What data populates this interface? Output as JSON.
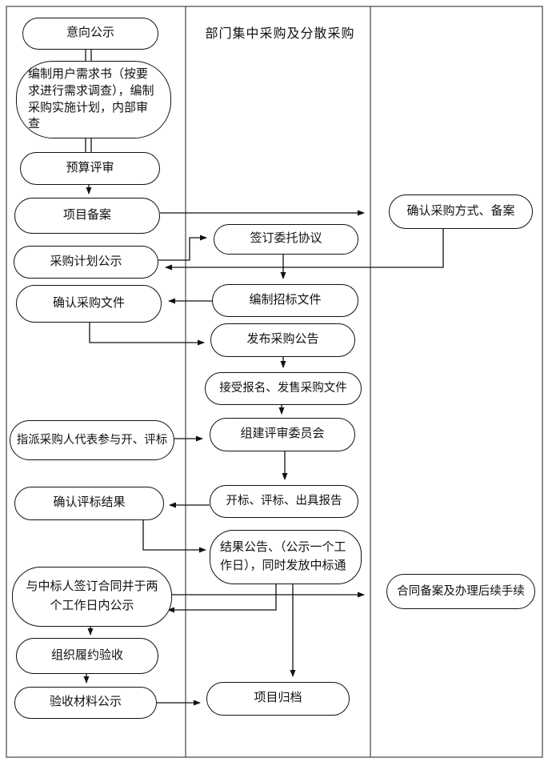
{
  "header": {
    "middle_column_title": "部门集中采购及分散采购"
  },
  "nodes": {
    "intent_publicity": "意向公示",
    "prepare_requirements": "编制用户需求书（按要求进行需求调查），编制采购实施计划，内部审查",
    "budget_review": "预算评审",
    "project_filing": "项目备案",
    "plan_publicity": "采购计划公示",
    "confirm_documents": "确认采购文件",
    "assign_rep": "指派采购人代表参与开、评标",
    "confirm_result": "确认评标结果",
    "sign_contract": "与中标人签订合同并于两个工作日内公示",
    "org_acceptance": "组织履约验收",
    "materials_publicity": "验收材料公示",
    "sign_agreement": "签订委托协议",
    "prepare_bidding": "编制招标文件",
    "publish_announcement": "发布采购公告",
    "accept_registration": "接受报名、发售采购文件",
    "form_committee": "组建评审委员会",
    "open_evaluate_report": "开标、评标、出具报告",
    "result_announcement": "结果公告、（公示一个工作日），同时发放中标通",
    "project_archive": "项目归档",
    "confirm_method": "确认采购方式、备案",
    "contract_filing": "合同备案及办理后续手续"
  },
  "colors": {
    "stroke": "#111111",
    "background": "#ffffff"
  }
}
